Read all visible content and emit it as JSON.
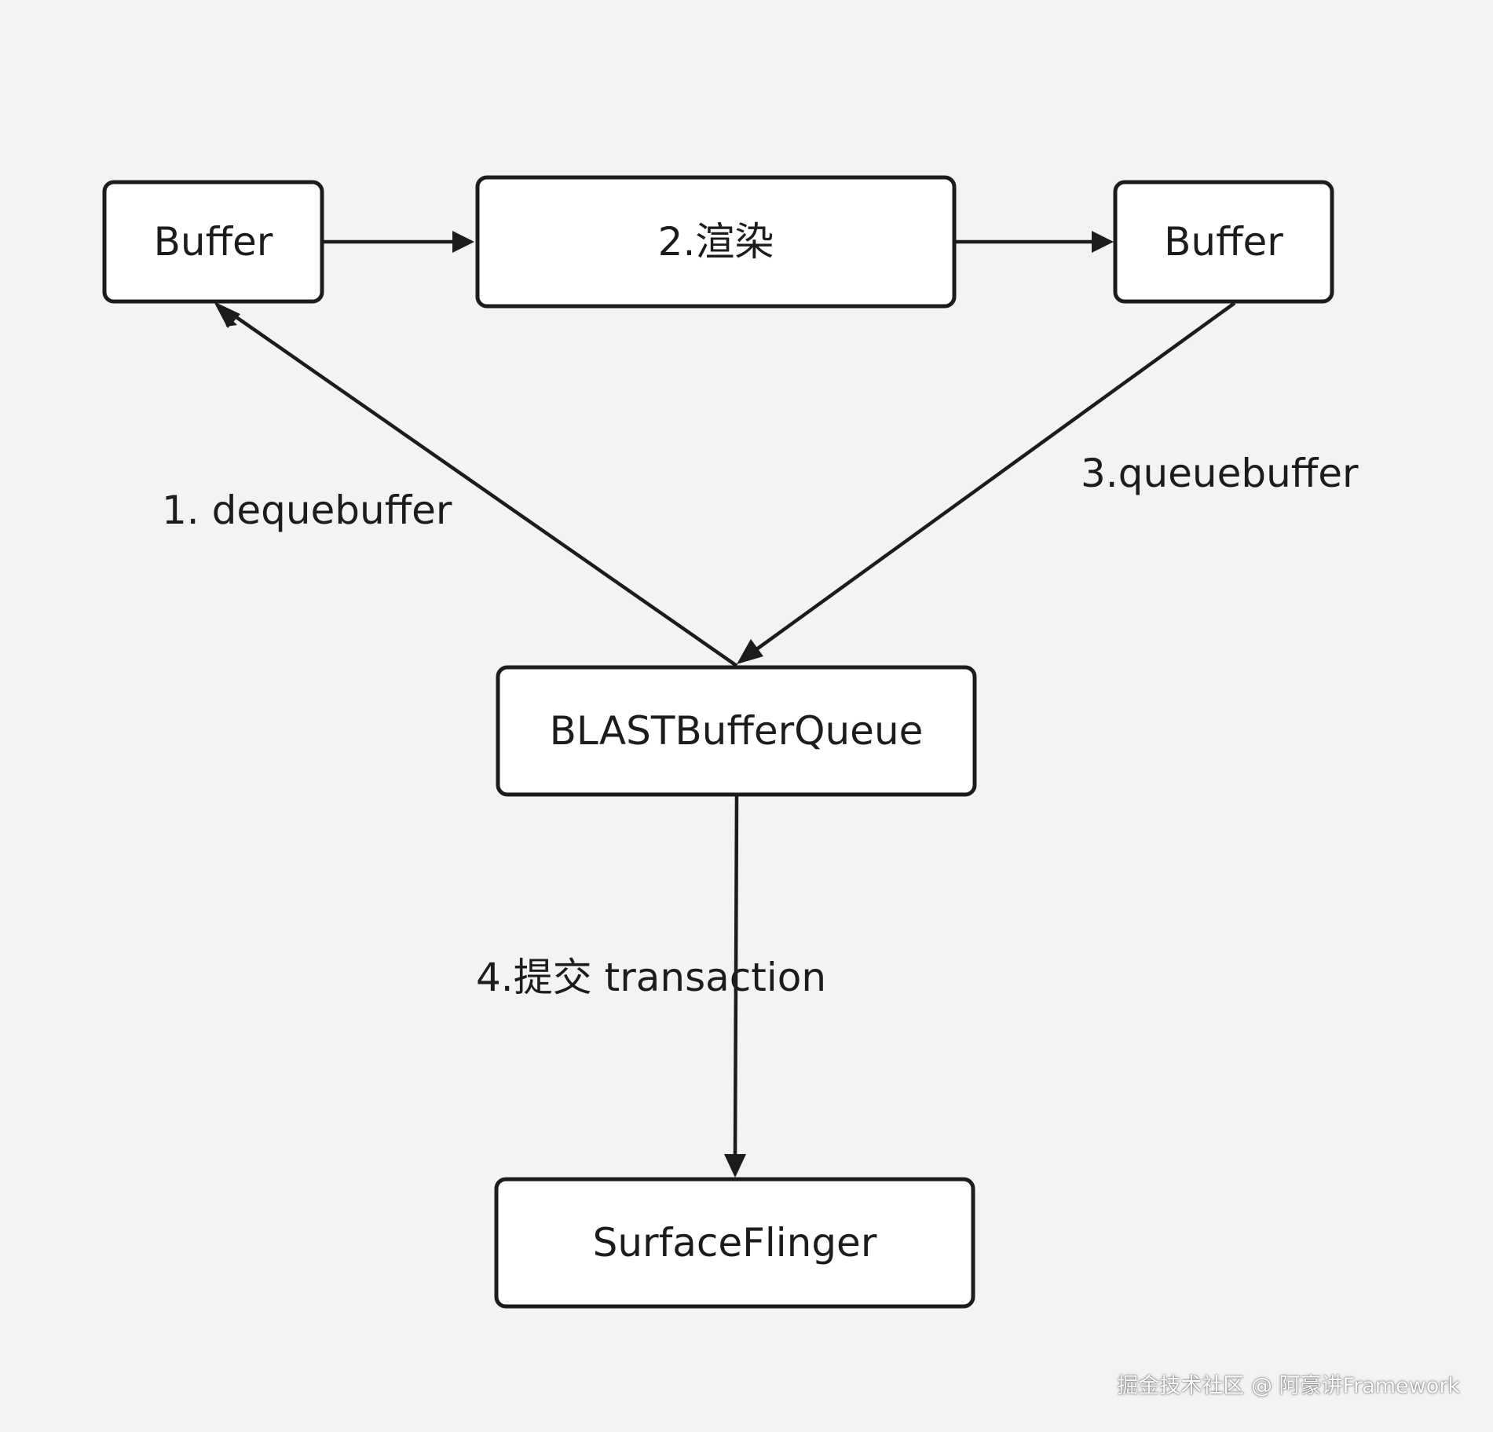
{
  "colors": {
    "background": "#f3f3f5",
    "node_fill": "#ffffff",
    "stroke": "#1c1c1c"
  },
  "nodes": {
    "buffer_left": "Buffer",
    "render": "2.渲染",
    "buffer_right": "Buffer",
    "blast_queue": "BLASTBufferQueue",
    "surface_flinger": "SurfaceFlinger"
  },
  "edges": {
    "dequeue": "1.  dequebuffer",
    "queue": "3.queuebuffer",
    "commit": "4.提交 transaction"
  },
  "watermark": "掘金技术社区 @ 阿豪讲Framework"
}
